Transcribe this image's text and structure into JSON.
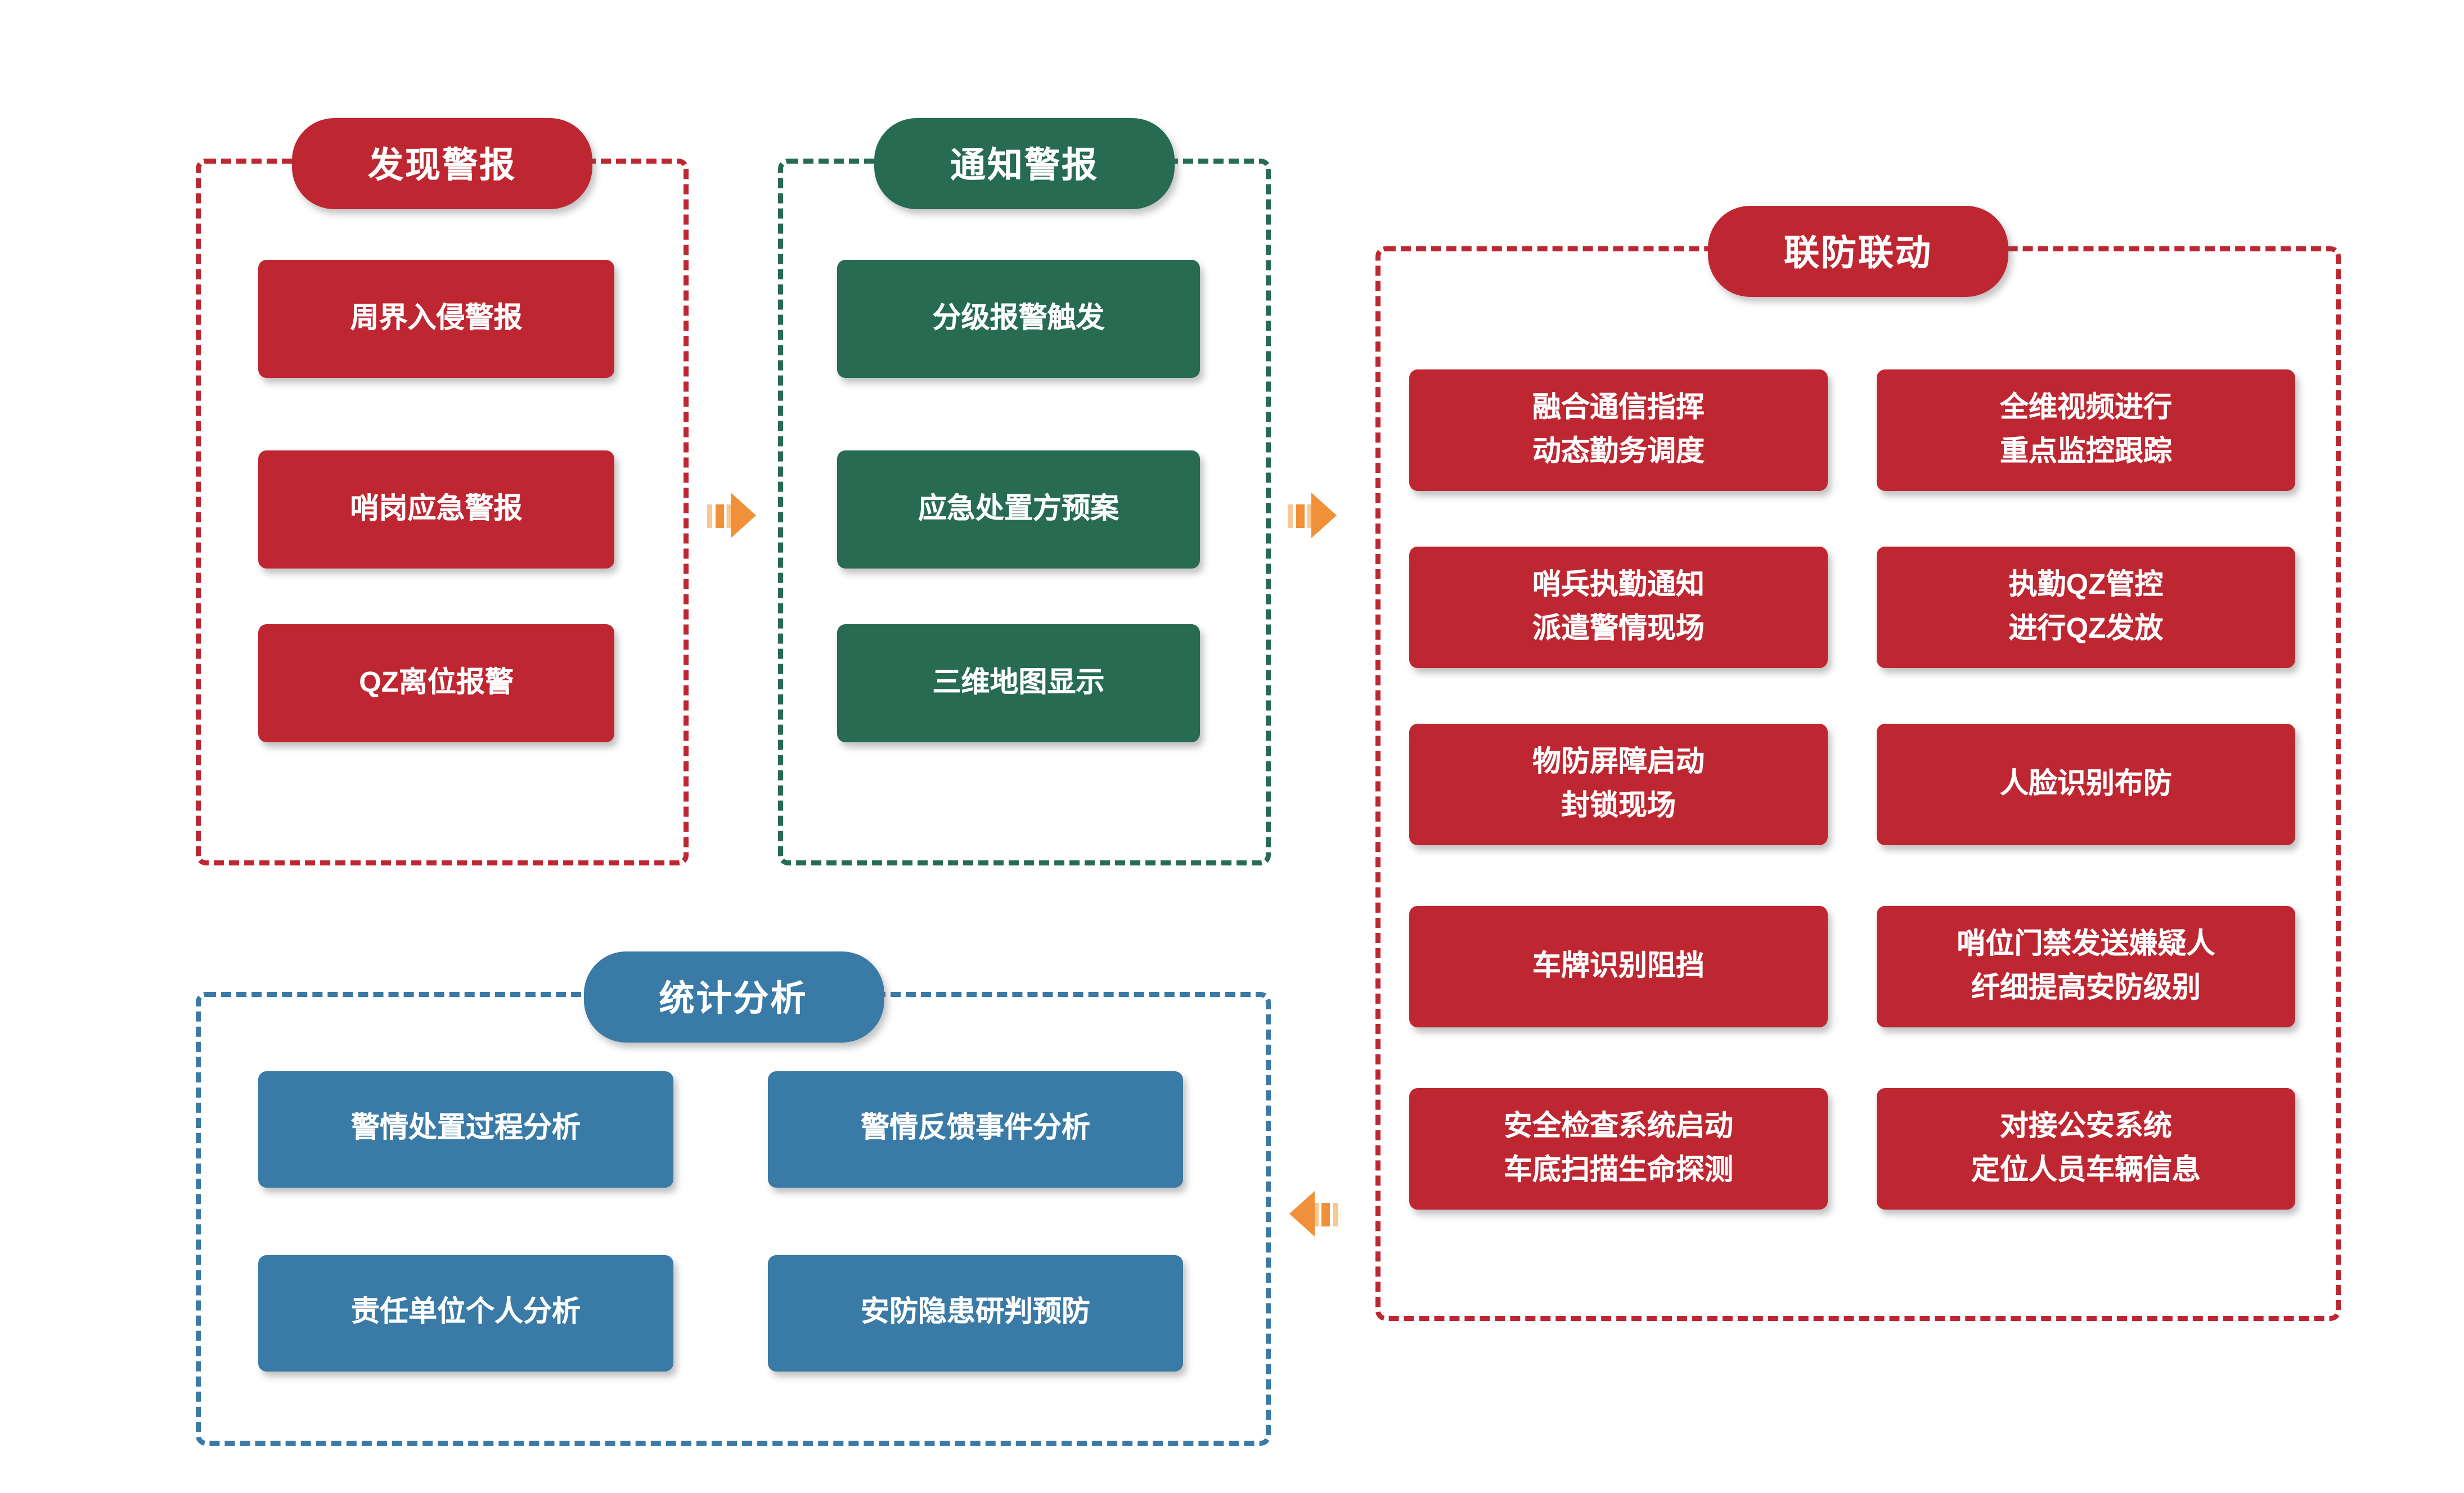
{
  "colors": {
    "red": "#BE2731",
    "green": "#266B52",
    "blue": "#3A7AA6",
    "arrow_orange": "#F09038",
    "arrow_orange_light": "#F8C892",
    "text_on_fill": "#FFFFFF",
    "background": "#FFFFFF"
  },
  "discover": {
    "title": "发现警报",
    "boxes": [
      "周界入侵警报",
      "哨岗应急警报",
      "QZ离位报警"
    ]
  },
  "notify": {
    "title": "通知警报",
    "boxes": [
      "分级报警触发",
      "应急处置方预案",
      "三维地图显示"
    ]
  },
  "joint": {
    "title": "联防联动",
    "cells": [
      [
        "融合通信指挥",
        "动态勤务调度"
      ],
      [
        "全维视频进行",
        "重点监控跟踪"
      ],
      [
        "哨兵执勤通知",
        "派遣警情现场"
      ],
      [
        "执勤QZ管控",
        "进行QZ发放"
      ],
      [
        "物防屏障启动",
        "封锁现场"
      ],
      [
        "人脸识别布防"
      ],
      [
        "车牌识别阻挡"
      ],
      [
        "哨位门禁发送嫌疑人",
        "纤细提高安防级别"
      ],
      [
        "安全检查系统启动",
        "车底扫描生命探测"
      ],
      [
        "对接公安系统",
        "定位人员车辆信息"
      ]
    ]
  },
  "stats": {
    "title": "统计分析",
    "cells": [
      "警情处置过程分析",
      "警情反馈事件分析",
      "责任单位个人分析",
      "安防隐患研判预防"
    ]
  },
  "arrows": [
    {
      "name": "arrow-discover-to-notify",
      "direction": "right"
    },
    {
      "name": "arrow-notify-to-joint",
      "direction": "right"
    },
    {
      "name": "arrow-joint-to-stats",
      "direction": "left"
    }
  ]
}
